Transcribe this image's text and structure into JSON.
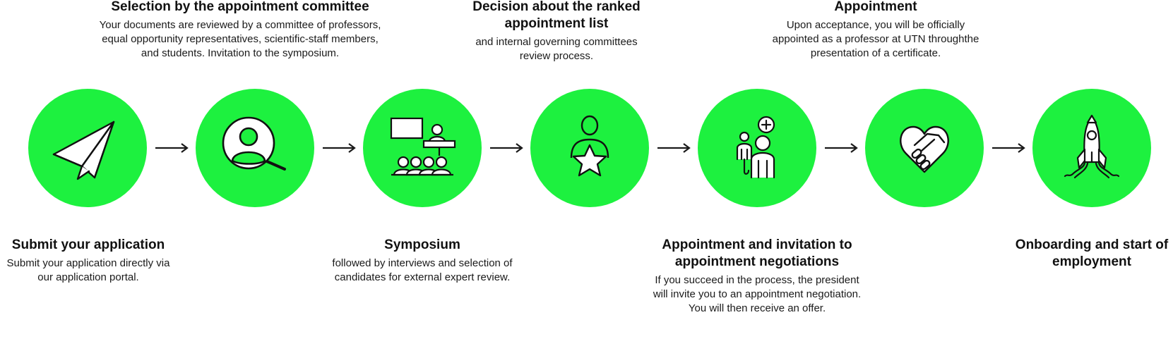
{
  "colors": {
    "accent": "#1df13f",
    "ink": "#1a1a1a"
  },
  "steps": [
    {
      "icon": "paper-plane-icon",
      "title": "Submit your application",
      "text": "Submit your application directly via our application portal."
    },
    {
      "icon": "magnifier-person-icon",
      "title": "Selection by the appointment committee",
      "text": "Your documents are reviewed by a committee of professors, equal opportunity representatives, scientific-staff members, and students. Invitation to the symposium."
    },
    {
      "icon": "presentation-audience-icon",
      "title": "Symposium",
      "text": "followed by interviews and selection of candidates for external expert review."
    },
    {
      "icon": "person-star-icon",
      "title": "Decision about the ranked appointment list",
      "text": "and internal governing committees review process."
    },
    {
      "icon": "negotiation-people-icon",
      "title": "Appointment and invitation to appointment negotiations",
      "text": "If you succeed in the process, the president will invite you to an appointment negotiation. You will then receive an offer."
    },
    {
      "icon": "heart-handshake-icon",
      "title": "Appointment",
      "text": "Upon acceptance, you will be officially appointed as a professor at UTN throughthe presentation of a certificate."
    },
    {
      "icon": "rocket-icon",
      "title": "Onboarding and start of employment",
      "text": ""
    }
  ]
}
